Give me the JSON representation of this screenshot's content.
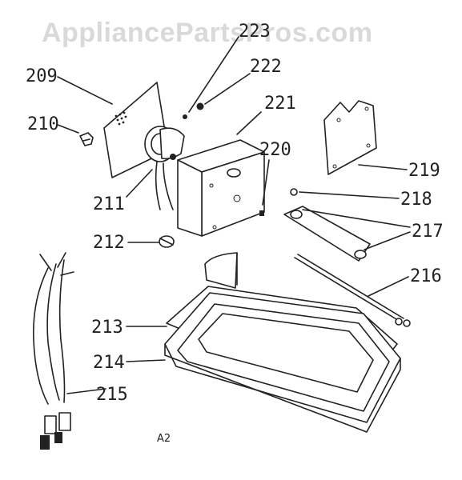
{
  "watermark": "AppliancePartsPros.com",
  "diagram_code": "A2",
  "callouts": [
    {
      "id": "209",
      "label": "209"
    },
    {
      "id": "210",
      "label": "210"
    },
    {
      "id": "211",
      "label": "211"
    },
    {
      "id": "212",
      "label": "212"
    },
    {
      "id": "213",
      "label": "213"
    },
    {
      "id": "214",
      "label": "214"
    },
    {
      "id": "215",
      "label": "215"
    },
    {
      "id": "216",
      "label": "216"
    },
    {
      "id": "217",
      "label": "217"
    },
    {
      "id": "218",
      "label": "218"
    },
    {
      "id": "219",
      "label": "219"
    },
    {
      "id": "220",
      "label": "220"
    },
    {
      "id": "221",
      "label": "221"
    },
    {
      "id": "222",
      "label": "222"
    },
    {
      "id": "223",
      "label": "223"
    }
  ]
}
